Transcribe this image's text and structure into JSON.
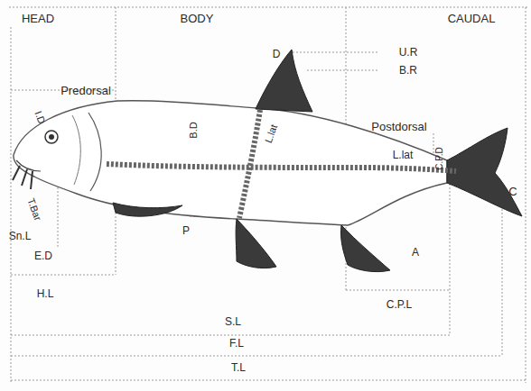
{
  "diagram": {
    "labels": [
      "HEAD",
      "BODY",
      "CAUDAL",
      "D",
      "U.R",
      "B.R",
      "Predorsal",
      "I.D",
      "B.D",
      "L.lat",
      "Postdorsal",
      "L.lat",
      "C.P.D",
      "C",
      "T.Bar",
      "Sn.L",
      "E.D",
      "P",
      "A",
      "H.L",
      "C.P.L",
      "S.L",
      "F.L",
      "T.L"
    ]
  }
}
